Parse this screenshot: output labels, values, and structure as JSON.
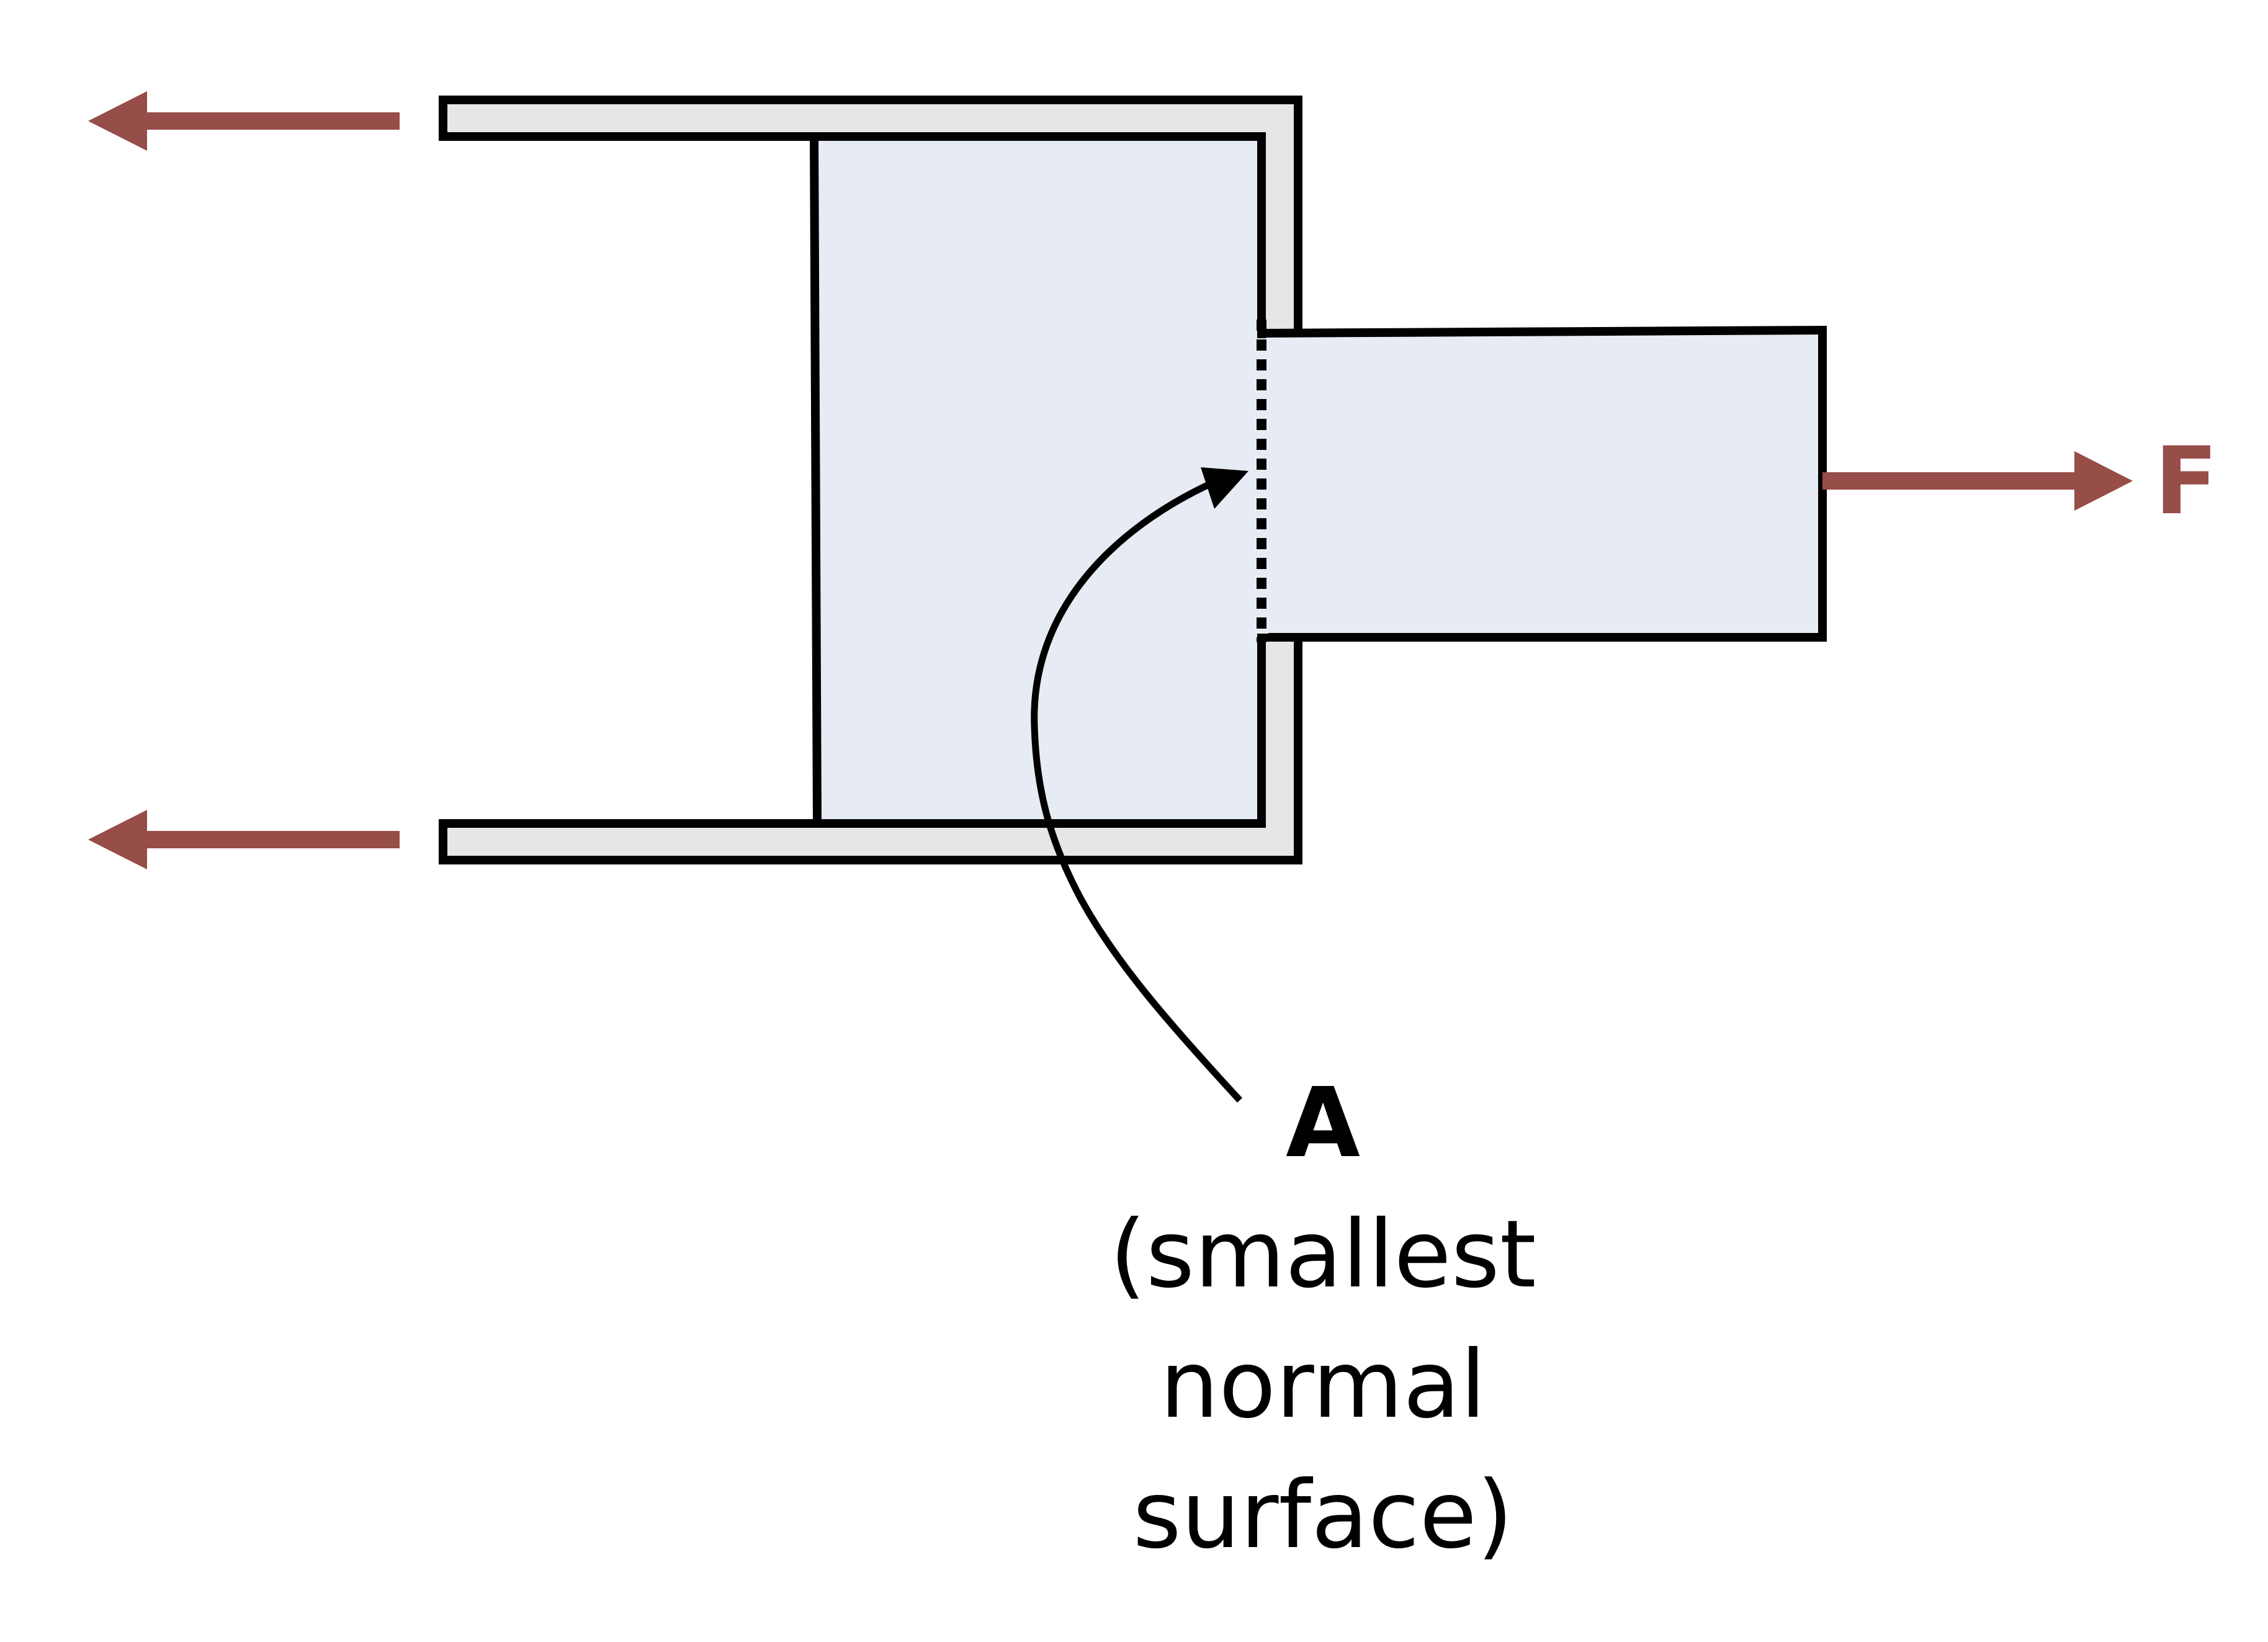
{
  "colors": {
    "arrow": "#974d48",
    "outline": "#000000",
    "clamp_fill": "#e6e6e6",
    "block_fill": "#e7ebf3",
    "background": "#ffffff"
  },
  "force_label": "F",
  "surface_label": "A",
  "surface_description": [
    "(smallest",
    "normal",
    "surface)"
  ]
}
